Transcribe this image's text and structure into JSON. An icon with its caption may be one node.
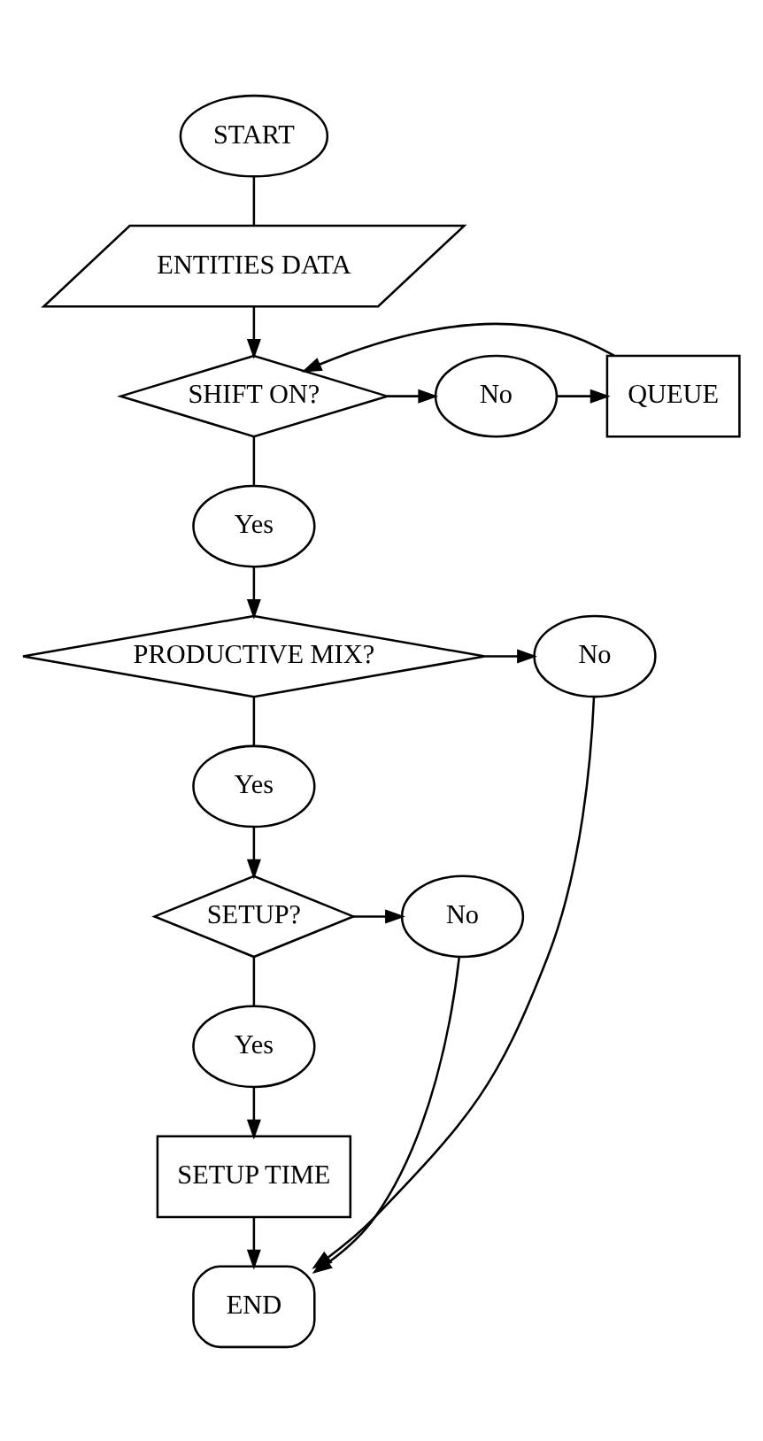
{
  "diagram": {
    "nodes": [
      {
        "text": [
          "START"
        ]
      },
      {
        "text": [
          "ENTITIES DATA"
        ]
      },
      {
        "text": [
          "SHIFT ON?"
        ]
      },
      {
        "text": [
          "No"
        ]
      },
      {
        "text": [
          "QUEUE"
        ]
      },
      {
        "text": [
          "Yes"
        ]
      },
      {
        "text": [
          "PRODUCTIVE MIX?"
        ]
      },
      {
        "text": [
          "No"
        ]
      },
      {
        "text": [
          "Yes"
        ]
      },
      {
        "text": [
          "SETUP?"
        ]
      },
      {
        "text": [
          "No"
        ]
      },
      {
        "text": [
          "Yes"
        ]
      },
      {
        "text": [
          "SETUP TIME"
        ]
      },
      {
        "text": [
          "END"
        ]
      }
    ],
    "edges": [
      {
        "from": 0,
        "to": 1,
        "arrow": "none"
      },
      {
        "from": 1,
        "to": 2,
        "arrow": "to"
      },
      {
        "from": 2,
        "to": 3,
        "arrow": "to"
      },
      {
        "from": 3,
        "to": 4,
        "arrow": "to"
      },
      {
        "from": 4,
        "to": 2,
        "arrow": "to"
      },
      {
        "from": 2,
        "to": 5,
        "arrow": "none"
      },
      {
        "from": 5,
        "to": 6,
        "arrow": "to"
      },
      {
        "from": 6,
        "to": 7,
        "arrow": "to"
      },
      {
        "from": 7,
        "to": 13,
        "arrow": "to"
      },
      {
        "from": 6,
        "to": 8,
        "arrow": "none"
      },
      {
        "from": 8,
        "to": 9,
        "arrow": "to"
      },
      {
        "from": 9,
        "to": 10,
        "arrow": "to"
      },
      {
        "from": 10,
        "to": 13,
        "arrow": "to"
      },
      {
        "from": 9,
        "to": 11,
        "arrow": "none"
      },
      {
        "from": 11,
        "to": 12,
        "arrow": "to"
      },
      {
        "from": 12,
        "to": 13,
        "arrow": "to"
      }
    ]
  }
}
